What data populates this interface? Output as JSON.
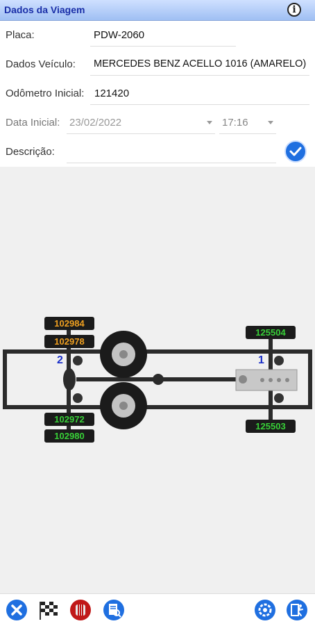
{
  "header": {
    "title": "Dados da Viagem",
    "info_icon": "info-icon"
  },
  "form": {
    "placa": {
      "label": "Placa:",
      "value": "PDW-2060"
    },
    "veiculo": {
      "label": "Dados Veículo:",
      "value": "MERCEDES BENZ ACELLO 1016 (AMARELO)"
    },
    "odometro": {
      "label": "Odômetro Inicial:",
      "value": "121420"
    },
    "data": {
      "label": "Data Inicial:",
      "date": "23/02/2022",
      "time": "17:16"
    },
    "descricao": {
      "label": "Descrição:",
      "value": ""
    },
    "confirm_icon": "check-icon"
  },
  "diagram": {
    "axles": [
      {
        "number": "2",
        "tires_top": [
          "102984",
          "102978"
        ],
        "tires_bottom": [
          "102972",
          "102980"
        ],
        "color": "#f0a020"
      },
      {
        "number": "1",
        "tires_top": [
          "125504"
        ],
        "tires_bottom": [
          "125503"
        ],
        "color": "#38d038"
      }
    ]
  },
  "toolbar": {
    "icons": [
      "close-icon",
      "checkered-flag-icon",
      "tire-icon",
      "document-search-icon",
      "settings-icon",
      "exit-icon"
    ]
  }
}
